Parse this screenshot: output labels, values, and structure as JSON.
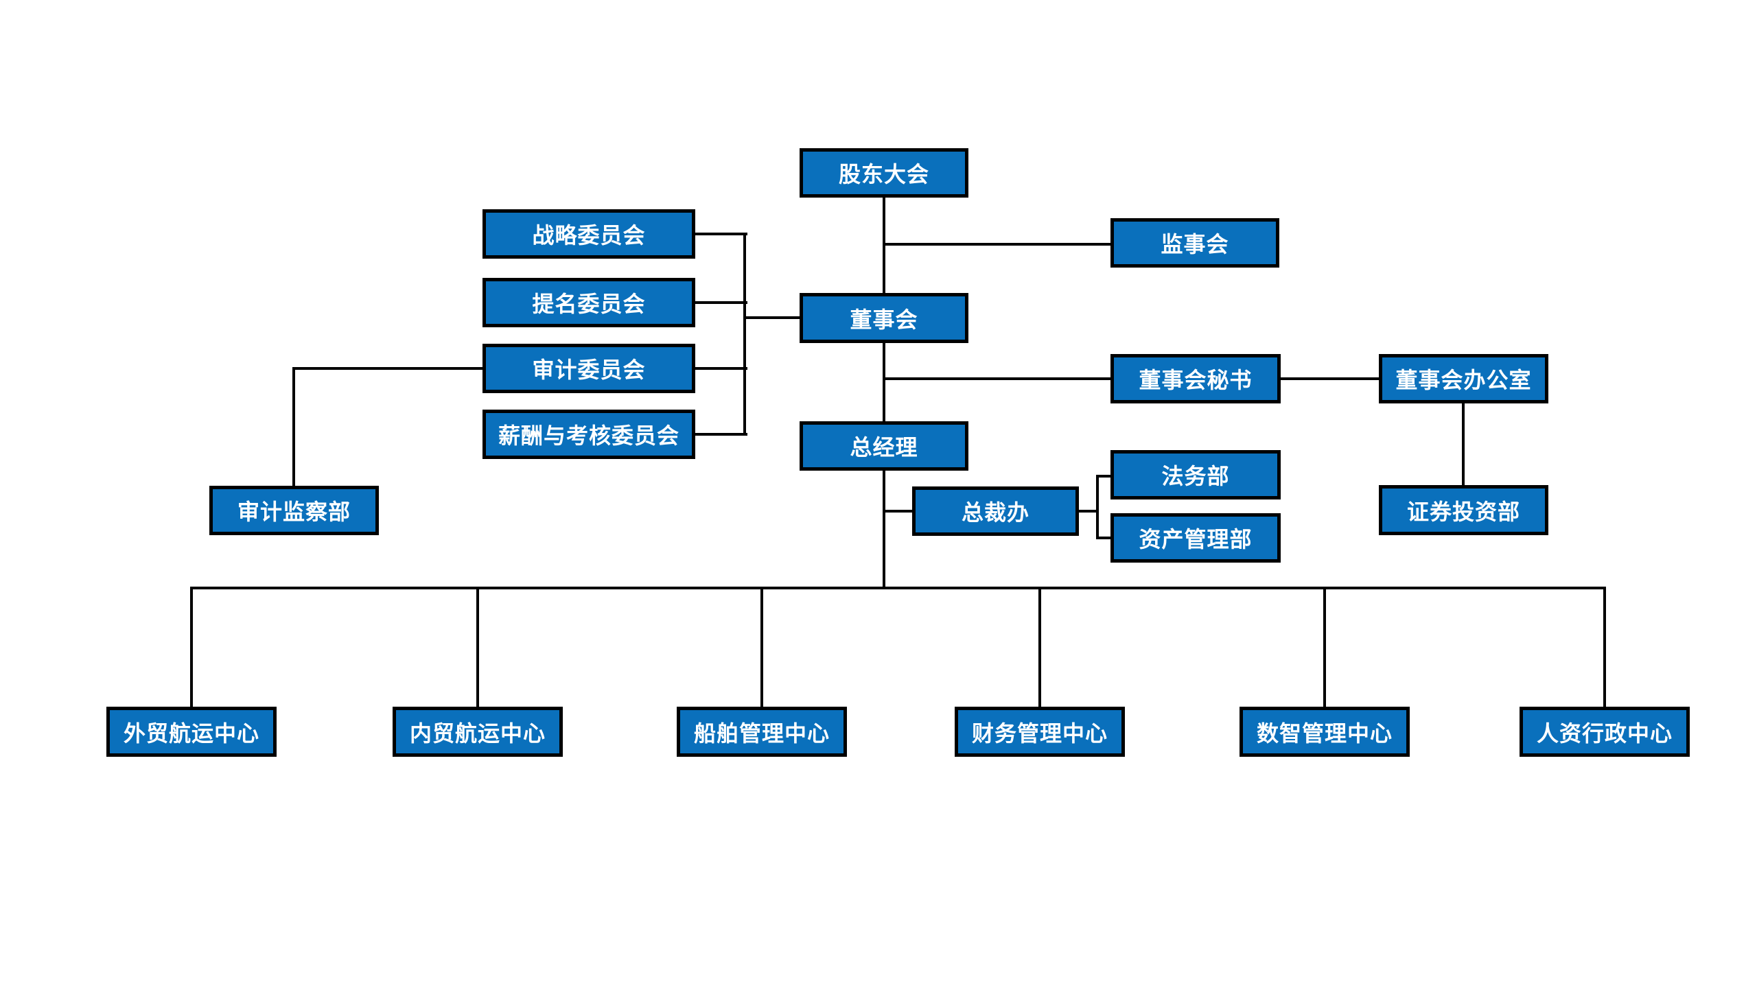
{
  "colors": {
    "node_fill": "#0A70BC",
    "node_border": "#000000",
    "node_text": "#FFFFFF",
    "connector": "#000000",
    "background": "#FFFFFF"
  },
  "nodes": {
    "shareholders_meeting": {
      "label": "股东大会"
    },
    "supervisory_board": {
      "label": "监事会"
    },
    "board_of_directors": {
      "label": "董事会"
    },
    "strategy_committee": {
      "label": "战略委员会"
    },
    "nomination_committee": {
      "label": "提名委员会"
    },
    "audit_committee": {
      "label": "审计委员会"
    },
    "remuneration_appraisal_committee": {
      "label": "薪酬与考核委员会"
    },
    "audit_supervision_dept": {
      "label": "审计监察部"
    },
    "general_manager": {
      "label": "总经理"
    },
    "president_office": {
      "label": "总裁办"
    },
    "legal_dept": {
      "label": "法务部"
    },
    "asset_management_dept": {
      "label": "资产管理部"
    },
    "board_secretary": {
      "label": "董事会秘书"
    },
    "board_office": {
      "label": "董事会办公室"
    },
    "securities_investment_dept": {
      "label": "证券投资部"
    },
    "foreign_trade_shipping_center": {
      "label": "外贸航运中心"
    },
    "domestic_trade_shipping_center": {
      "label": "内贸航运中心"
    },
    "ship_management_center": {
      "label": "船舶管理中心"
    },
    "finance_management_center": {
      "label": "财务管理中心"
    },
    "digital_management_center": {
      "label": "数智管理中心"
    },
    "hr_admin_center": {
      "label": "人资行政中心"
    }
  }
}
